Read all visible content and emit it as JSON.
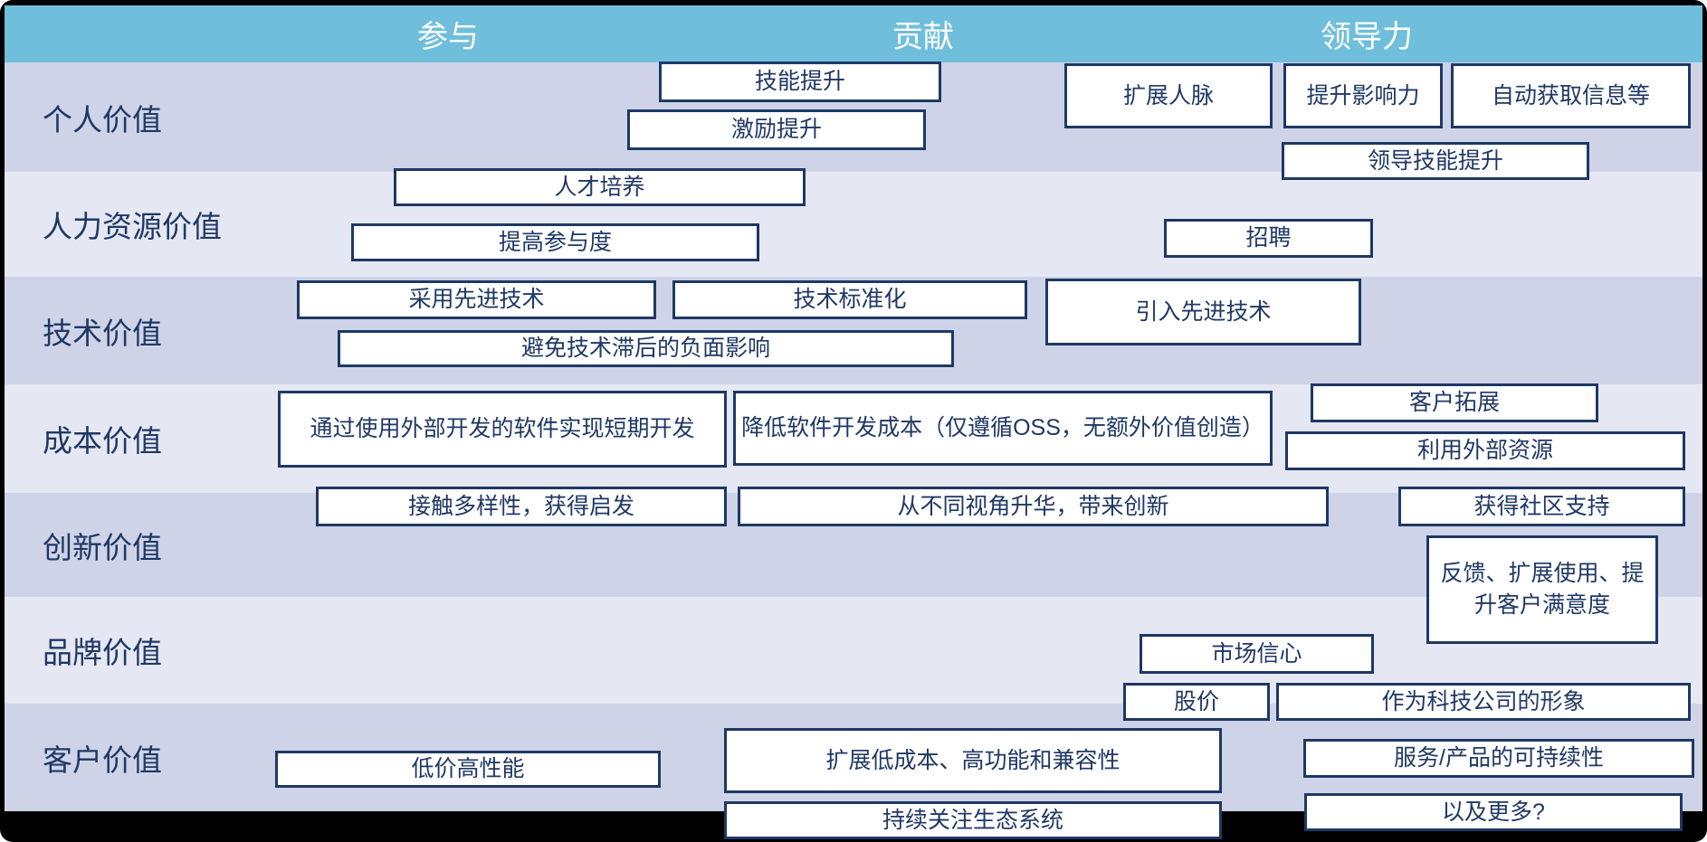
{
  "matrix": {
    "columns": [
      {
        "label": "参与"
      },
      {
        "label": "贡献"
      },
      {
        "label": "领导力"
      }
    ],
    "rows": [
      {
        "label": "个人价值",
        "items": [
          "技能提升",
          "激励提升",
          "扩展人脉",
          "提升影响力",
          "自动获取信息等",
          "领导技能提升"
        ]
      },
      {
        "label": "人力资源价值",
        "items": [
          "人才培养",
          "提高参与度",
          "招聘"
        ]
      },
      {
        "label": "技术价值",
        "items": [
          "采用先进技术",
          "技术标准化",
          "引入先进技术",
          "避免技术滞后的负面影响"
        ]
      },
      {
        "label": "成本价值",
        "items": [
          "通过使用外部开发的软件实现短期开发",
          "降低软件开发成本（仅遵循OSS，无额外价值创造）",
          "客户拓展",
          "利用外部资源"
        ]
      },
      {
        "label": "创新价值",
        "items": [
          "接触多样性，获得启发",
          "从不同视角升华，带来创新",
          "获得社区支持",
          "反馈、扩展使用、提升客户满意度"
        ]
      },
      {
        "label": "品牌价值",
        "items": [
          "市场信心",
          "股价",
          "作为科技公司的形象"
        ]
      },
      {
        "label": "客户价值",
        "items": [
          "低价高性能",
          "扩展低成本、高功能和兼容性",
          "持续关注生态系统",
          "服务/产品的可持续性",
          "以及更多?"
        ]
      }
    ]
  },
  "colors": {
    "frame": "#000000",
    "header_bg": "#6FBEDB",
    "header_text": "#FFFFFF",
    "row_dark": "#CED3E8",
    "row_light": "#E5E7F3",
    "box_bg": "#FFFFFF",
    "box_border": "#1F3864",
    "box_text": "#1F3864"
  }
}
